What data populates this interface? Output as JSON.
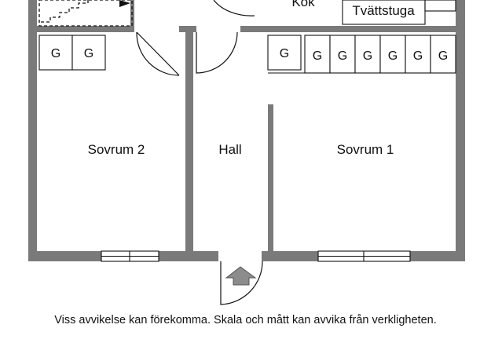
{
  "rooms": {
    "kitchen": "Kök",
    "laundry": "Tvättstuga",
    "bedroom2": "Sovrum 2",
    "hall": "Hall",
    "bedroom1": "Sovrum 1"
  },
  "wardrobe_label": "G",
  "disclaimer": "Viss avvikelse kan förekomma. Skala och mått kan avvika från verkligheten.",
  "colors": {
    "wall": "#7a7a7a",
    "line": "#111111",
    "background": "#ffffff"
  }
}
